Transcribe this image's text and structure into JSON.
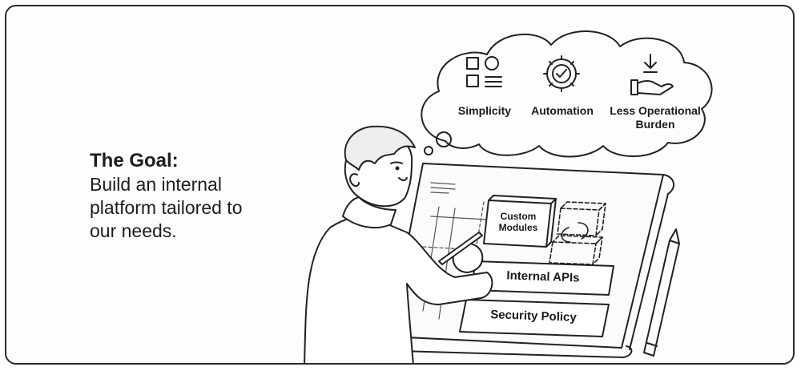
{
  "goal": {
    "title": "The Goal:",
    "text": "Build an internal platform tailored to our needs."
  },
  "benefits": [
    {
      "label": "Simplicity",
      "icon": "shapes-icon"
    },
    {
      "label": "Automation",
      "icon": "gear-check-icon"
    },
    {
      "label": "Less Operational Burden",
      "icon": "hand-arrow-icon"
    }
  ],
  "blueprint": {
    "custom_modules": "Custom Modules",
    "internal_apis": "Internal APIs",
    "security_policy": "Security Policy"
  }
}
